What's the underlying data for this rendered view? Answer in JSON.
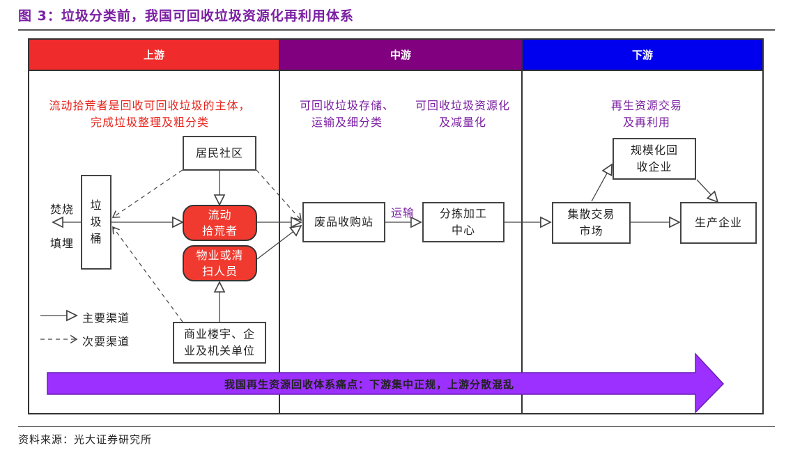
{
  "title": "图 3：垃圾分类前，我国可回收垃圾资源化再利用体系",
  "source": "资料来源：光大证券研究所",
  "colors": {
    "upstream": "#ef2b2b",
    "midstream": "#800080",
    "downstream": "#0000ee",
    "banner": "#9b30ff"
  },
  "upstream": {
    "header": "上游",
    "note_line1": "流动拾荒者是回收可回收垃圾的主体，",
    "note_line2": "完成垃圾整理及粗分类",
    "burn": "焚烧",
    "landfill": "填埋",
    "bin_1": "垃",
    "bin_2": "圾",
    "bin_3": "桶",
    "community": "居民社区",
    "scavenger_1": "流动",
    "scavenger_2": "拾荒者",
    "cleaner_1": "物业或清",
    "cleaner_2": "扫人员",
    "commercial_1": "商业楼宇、企",
    "commercial_2": "业及机关单位",
    "legend_main": "主要渠道",
    "legend_secondary": "次要渠道"
  },
  "midstream": {
    "header": "中游",
    "note1_line1": "可回收垃圾存储、",
    "note1_line2": "运输及细分类",
    "note2_line1": "可回收垃圾资源化",
    "note2_line2": "及减量化",
    "station": "废品收购站",
    "transport": "运输",
    "sort_1": "分拣加工",
    "sort_2": "中心"
  },
  "downstream": {
    "header": "下游",
    "note_line1": "再生资源交易",
    "note_line2": "及再利用",
    "market_1": "集散交易",
    "market_2": "市场",
    "scale_1": "规模化回",
    "scale_2": "收企业",
    "producer": "生产企业"
  },
  "banner": "我国再生资源回收体系痛点：下游集中正规，上游分散混乱"
}
